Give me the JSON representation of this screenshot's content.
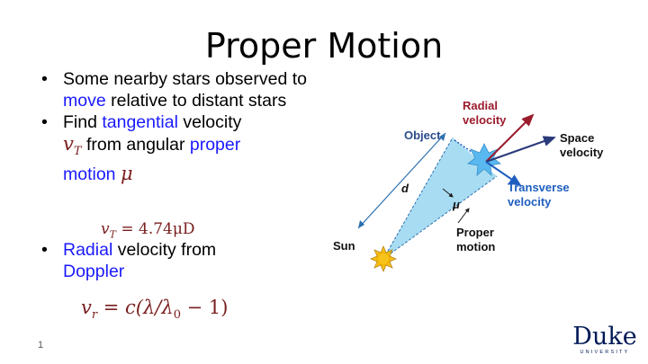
{
  "slide": {
    "title": "Proper Motion",
    "page_number": "1",
    "bullets": [
      {
        "pre": "Some nearby stars observed to ",
        "hl": "move",
        "post": " relative to distant stars"
      },
      {
        "pre": "Find ",
        "hl": "tangential",
        "post": " velocity"
      },
      {
        "pre": "",
        "hl": "Radial",
        "post": " velocity from"
      }
    ],
    "sub_line": {
      "math": "v",
      "math_sub": "T",
      "pre": " from angular ",
      "hl": "proper"
    },
    "sub_line2": {
      "hl": "motion",
      "math": "μ"
    },
    "doppler_line": {
      "hl": "Doppler"
    },
    "equation_vt": {
      "lhs": "v",
      "lhs_sub": "T",
      "rhs": " = 4.74μD"
    },
    "equation_vr": {
      "lhs": "v",
      "lhs_sub": "r",
      "rhs": " = c(λ/λ",
      "rhs_sub": "0",
      "tail": " − 1)"
    },
    "logo": {
      "main": "Duke",
      "sub": "UNIVERSITY"
    }
  },
  "diagram": {
    "labels": {
      "radial": [
        "Radial",
        "velocity"
      ],
      "object": "Object",
      "space": [
        "Space",
        "velocity"
      ],
      "d": "d",
      "mu": "μ",
      "transverse": [
        "Transverse",
        "velocity"
      ],
      "proper": [
        "Proper",
        "motion"
      ],
      "sun": "Sun"
    },
    "colors": {
      "radial": "#9b1c2c",
      "object_label": "#2a4a8c",
      "transverse": "#1f5fbf",
      "space_arrow": "#2a3a7a",
      "cone": "#a8dcf2",
      "sun": "#f5b800",
      "star": "#5ab8f0"
    }
  }
}
